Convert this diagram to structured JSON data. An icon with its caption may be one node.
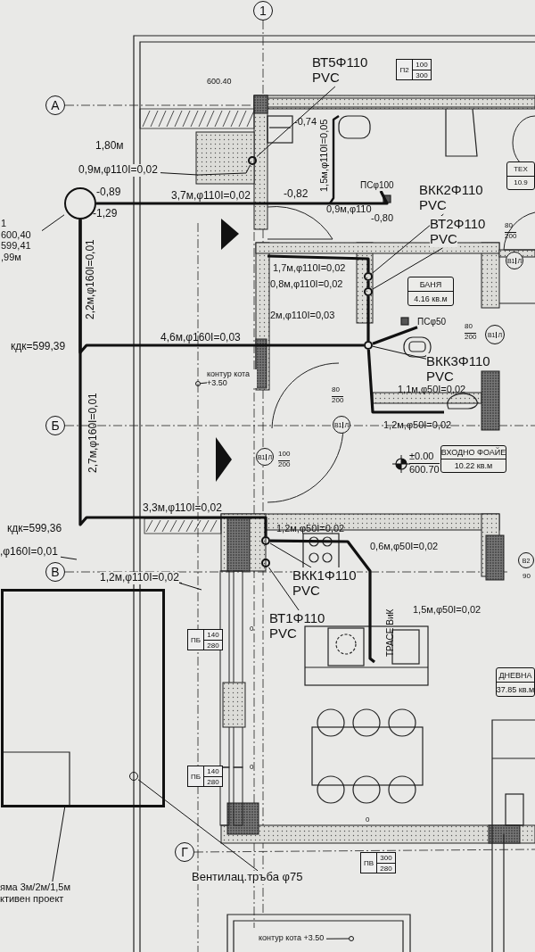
{
  "diagram": {
    "nodes": [
      {
        "text": [
          "1"
        ]
      },
      {
        "text": [
          "А"
        ]
      },
      {
        "text": [
          "Б"
        ]
      },
      {
        "text": [
          "В"
        ]
      },
      {
        "text": [
          "Г"
        ]
      },
      {
        "text": [],
        "shape": "circle"
      },
      {
        "text": [
          "1",
          "600,40",
          "599,41",
          ",99м"
        ]
      },
      {
        "text": [],
        "shape": "box"
      },
      {
        "text": [
          "яма 3м/2м/1,5м",
          "ктивен проект"
        ]
      },
      {
        "text": [],
        "shape": "circle",
        "in": 7
      },
      {
        "text": [
          "Вентилац.тръба φ75"
        ]
      },
      {
        "text": [],
        "shape": "circle"
      },
      {
        "text": [
          "ВТ5Φ110",
          "PVC"
        ]
      },
      {
        "text": [],
        "shape": "circle"
      },
      {
        "text": [
          "ВКК2Φ110",
          "PVC"
        ]
      },
      {
        "text": [],
        "shape": "circle"
      },
      {
        "text": [
          "ВТ2Φ110",
          "PVC"
        ]
      },
      {
        "text": [],
        "shape": "circle"
      },
      {
        "text": [
          "ВКК3Φ110",
          "PVC"
        ]
      },
      {
        "text": [],
        "shape": "circle"
      },
      {
        "text": [
          "ВКК1Φ110",
          "PVC"
        ]
      },
      {
        "text": [],
        "shape": "circle"
      },
      {
        "text": [
          "ВТ1Φ110",
          "PVC"
        ]
      },
      {
        "text": [
          "БАНЯ",
          "4.16 кв.м"
        ]
      },
      {
        "text": [
          "ВХОДНО ФОАЙЕ",
          "10.22 кв.м"
        ],
        "beside": [
          "±0.00",
          "600.70"
        ]
      },
      {
        "text": [
          "ДНЕВНА",
          "37.85 кв.м"
        ]
      },
      {
        "text": [
          "ТЕХ",
          "10.9"
        ]
      },
      {
        "text": [
          "В1",
          "Л"
        ],
        "beside": [
          "80",
          "200"
        ]
      },
      {
        "text": [
          "В1",
          "Л"
        ],
        "beside": [
          "100",
          "200"
        ]
      },
      {
        "text": [
          "В1",
          "Л"
        ],
        "beside": [
          "80",
          "200"
        ]
      },
      {
        "text": [
          "В1",
          "Л"
        ],
        "beside": [
          "80",
          "200"
        ]
      },
      {
        "text": [
          "В2"
        ],
        "beside": [
          "90"
        ]
      },
      {
        "text": [
          "ПБ",
          "140",
          "280"
        ]
      },
      {
        "text": [
          "ПБ",
          "140",
          "280"
        ]
      },
      {
        "text": [
          "ПВ",
          "300",
          "280"
        ]
      },
      {
        "text": [
          "П2",
          "100",
          "300"
        ]
      },
      {
        "text": [
          "контур кота +3.50"
        ]
      },
      {
        "text": [],
        "shape": "circle"
      },
      {
        "text": [
          "контур кота +3.50"
        ]
      },
      {
        "text": [],
        "shape": "circle"
      },
      {
        "text": [
          "0,9м,φ110I=0,02"
        ]
      },
      {
        "text": [
          ",φ160I=0,01"
        ]
      },
      {
        "text": [
          "1,2м,φ110I=0,02"
        ]
      },
      {
        "text": [
          "ПСφ100"
        ]
      },
      {
        "text": [
          "ПСφ50"
        ]
      }
    ],
    "edges": [
      {
        "from": 6,
        "to": 5,
        "arrow": "none"
      },
      {
        "from": 8,
        "to": 7,
        "arrow": "none"
      },
      {
        "from": 10,
        "to": 9,
        "arrow": "none"
      },
      {
        "from": 12,
        "to": 11,
        "arrow": "none"
      },
      {
        "from": 14,
        "to": 13,
        "arrow": "none"
      },
      {
        "from": 16,
        "to": 15,
        "arrow": "none"
      },
      {
        "from": 18,
        "to": 17,
        "arrow": "none"
      },
      {
        "from": 20,
        "to": 19,
        "arrow": "none"
      },
      {
        "from": 22,
        "to": 21,
        "arrow": "none"
      },
      {
        "from": 36,
        "to": 37,
        "arrow": "none"
      },
      {
        "from": 38,
        "to": 39,
        "arrow": "none"
      },
      {
        "from": 40,
        "to": 11,
        "arrow": "none"
      },
      {
        "from": 41,
        "to": null,
        "arrow": "none"
      },
      {
        "from": 42,
        "to": null,
        "arrow": "none"
      },
      {
        "from": 5,
        "to": 19,
        "arrow": "none",
        "style": "thick"
      },
      {
        "from": 5,
        "to": 17,
        "arrow": "none",
        "style": "thick"
      },
      {
        "from": 15,
        "to": 17,
        "arrow": "none",
        "style": "thick"
      },
      {
        "from": 13,
        "to": 15,
        "arrow": "none",
        "style": "thick"
      },
      {
        "from": 5,
        "to": 43,
        "arrow": "none",
        "style": "thick"
      },
      {
        "from": 19,
        "to": null,
        "arrow": "none",
        "style": "thick"
      },
      {
        "from": 17,
        "to": null,
        "arrow": "none",
        "style": "thick"
      },
      {
        "from": 17,
        "to": 44,
        "arrow": "none",
        "style": "thick"
      },
      {
        "from": 13,
        "to": null,
        "arrow": "none",
        "style": "thick"
      }
    ],
    "labels": [
      "600.40",
      "-0,74",
      "1,80м",
      "1,5м,φ110I=0,05",
      "-0,89",
      "3,7м,φ110I=0,02",
      "-0,82",
      "0,9м,φ110",
      "-1,29",
      "-0,80",
      "2,2м,φ160I=0,01",
      "1,7м,φ110I=0,02",
      "0,8м,φ110I=0,02",
      "2м,φ110I=0,03",
      "кдк=599,39",
      "4,6м,φ160I=0,03",
      "1,1м,φ50I=0,02",
      "1,2м,φ50I=0,02",
      "2,7м,φ160I=0,01",
      "3,3м,φ110I=0,02",
      "кдк=599,36",
      "1,2м,φ50I=0,02",
      "0,6м,φ50I=0,02",
      "1,5м,φ50I=0,02",
      "ТРАСЕ ВиК",
      "0",
      "0",
      "0"
    ]
  }
}
